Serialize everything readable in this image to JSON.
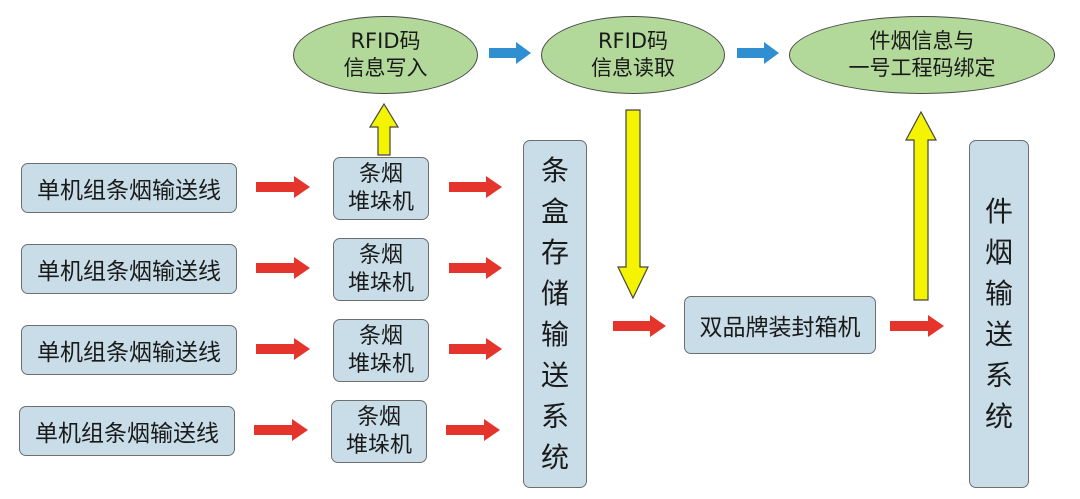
{
  "colors": {
    "box_fill": "#c8dde8",
    "oval_fill": "#b3d99a",
    "red_arrow": "#e5342c",
    "blue_arrow": "#2f8fd0",
    "yellow_arrow": "#f4f400"
  },
  "rows": [
    {
      "line": "单机组条烟输送线",
      "stacker_top": "条烟",
      "stacker_bottom": "堆垛机"
    },
    {
      "line": "单机组条烟输送线",
      "stacker_top": "条烟",
      "stacker_bottom": "堆垛机"
    },
    {
      "line": "单机组条烟输送线",
      "stacker_top": "条烟",
      "stacker_bottom": "堆垛机"
    },
    {
      "line": "单机组条烟输送线",
      "stacker_top": "条烟",
      "stacker_bottom": "堆垛机"
    }
  ],
  "storage_system": "条盒存储输送系统",
  "packer": "双品牌装封箱机",
  "case_system": "件烟输送系统",
  "rfid_write": {
    "line1": "RFID码",
    "line2": "信息写入"
  },
  "rfid_read": {
    "line1": "RFID码",
    "line2": "信息读取"
  },
  "binding": {
    "line1": "件烟信息与",
    "line2": "一号工程码绑定"
  }
}
